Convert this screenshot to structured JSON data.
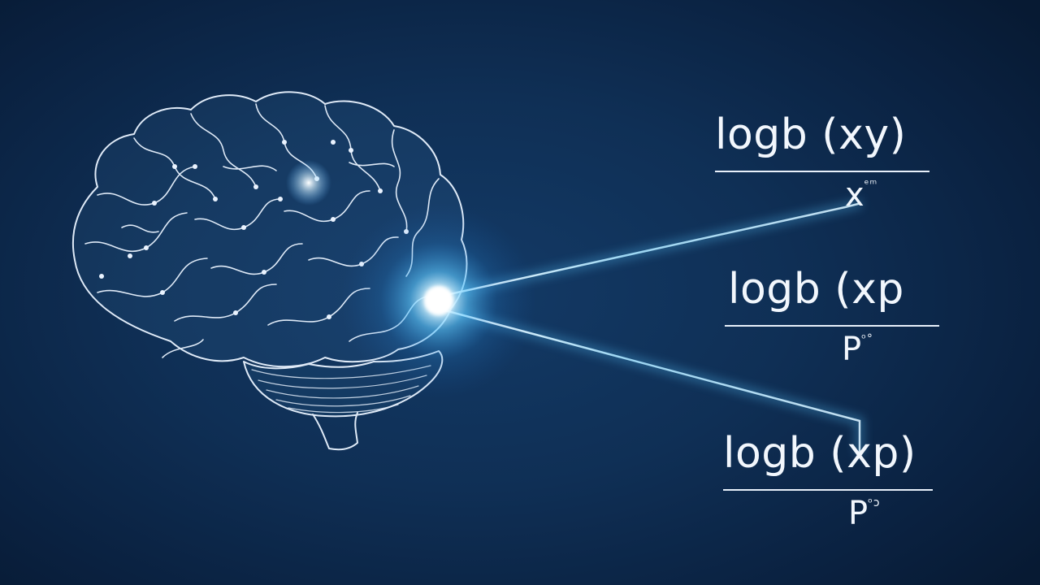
{
  "formulas": [
    {
      "numerator": "logb (xy)",
      "denominator": "x",
      "superscript": "ᵉᵐ"
    },
    {
      "numerator": "logb (xp",
      "denominator": "P",
      "superscript": "ᵒ°"
    },
    {
      "numerator": "logb (xp)",
      "denominator": "P",
      "superscript": "ᵒɔ"
    }
  ],
  "colors": {
    "background": "#0f2f55",
    "brain_outline": "#dfeaf7",
    "beam": "#7fd4ff",
    "glow_core": "#ffffff"
  },
  "icons": [
    "brain-icon",
    "light-beam-icon"
  ]
}
